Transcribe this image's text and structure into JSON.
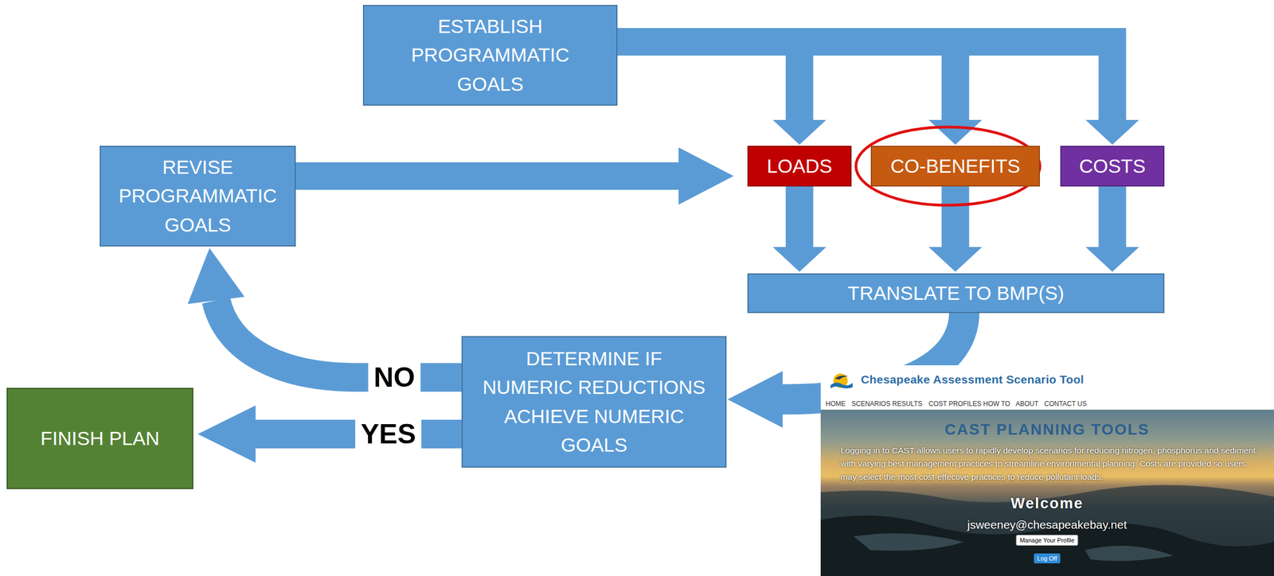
{
  "diagram": {
    "nodes": [
      {
        "text": [
          "ESTABLISH PROGRAMMATIC GOALS"
        ]
      },
      {
        "text": [
          "REVISE PROGRAMMATIC GOALS"
        ]
      },
      {
        "text": [
          "LOADS"
        ]
      },
      {
        "text": [
          "CO-BENEFITS"
        ]
      },
      {
        "text": [
          "COSTS"
        ]
      },
      {
        "text": [
          "TRANSLATE TO BMP(S)"
        ]
      },
      {
        "text": [
          "DETERMINE IF NUMERIC REDUCTIONS ACHIEVE NUMERIC GOALS"
        ]
      },
      {
        "text": [
          "FINISH PLAN"
        ]
      }
    ],
    "edges": [
      {
        "from": 0,
        "to": 2,
        "arrow": "to"
      },
      {
        "from": 0,
        "to": 3,
        "arrow": "to"
      },
      {
        "from": 0,
        "to": 4,
        "arrow": "to"
      },
      {
        "from": 1,
        "to": 2,
        "arrow": "to"
      },
      {
        "from": 2,
        "to": 5,
        "arrow": "to"
      },
      {
        "from": 3,
        "to": 5,
        "arrow": "to"
      },
      {
        "from": 4,
        "to": 5,
        "arrow": "to"
      },
      {
        "from": 5,
        "to": 6,
        "arrow": "to"
      },
      {
        "from": 6,
        "to": 1,
        "label": "NO",
        "arrow": "to"
      },
      {
        "from": 6,
        "to": 7,
        "label": "YES",
        "arrow": "to"
      }
    ],
    "labels": [
      "Chesapeake Assessment Scenario Tool",
      "HOME",
      "SCENARIOS",
      "RESULTS",
      "COST PROFILES",
      "HOW TO",
      "ABOUT",
      "CONTACT US",
      "CAST PLANNING TOOLS",
      "Logging in to CAST allows users to rapidly develop scenarios for reducing nitrogen, phosphorus and sediment with varying best management practices to streamline environmental planning. Costs are provided so users may select the most cost-effective practices to reduce pollutant loads.",
      "Welcome",
      "jsweeney@chesapeakebay.net",
      "Manage Your Profile",
      "Log Off"
    ]
  }
}
